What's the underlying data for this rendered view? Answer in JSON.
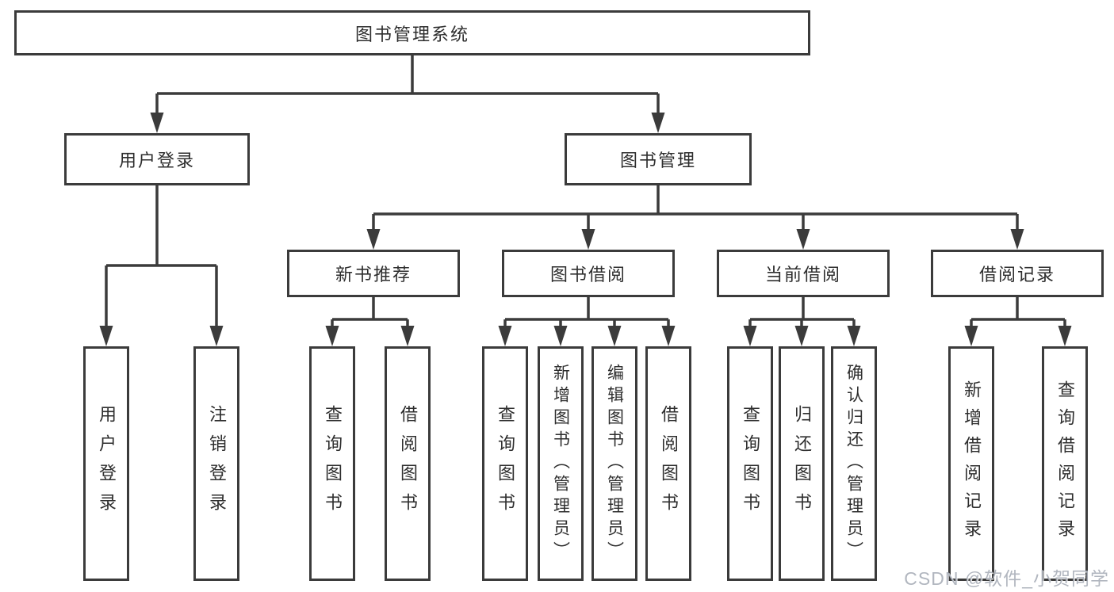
{
  "diagram": {
    "title": "图书管理系统",
    "level2": {
      "user_login": "用户登录",
      "book_management": "图书管理"
    },
    "level3": {
      "new_books": "新书推荐",
      "book_borrow": "图书借阅",
      "current_borrow": "当前借阅",
      "borrow_records": "借阅记录"
    },
    "leaves": {
      "user_login": [
        "用户登录",
        "注销登录"
      ],
      "new_books": [
        "查询图书",
        "借阅图书"
      ],
      "book_borrow": [
        "查询图书",
        "新增图书（管理员）",
        "编辑图书（管理员）",
        "借阅图书"
      ],
      "current_borrow": [
        "查询图书",
        "归还图书",
        "确认归还（管理员）"
      ],
      "borrow_records": [
        "新增借阅记录",
        "查询借阅记录"
      ]
    }
  },
  "watermark": "CSDN @软件_小贺同学",
  "colors": {
    "line": "#3b3b3b",
    "text": "#2e2e2e",
    "background": "#ffffff",
    "watermark": "#9ea4af"
  }
}
